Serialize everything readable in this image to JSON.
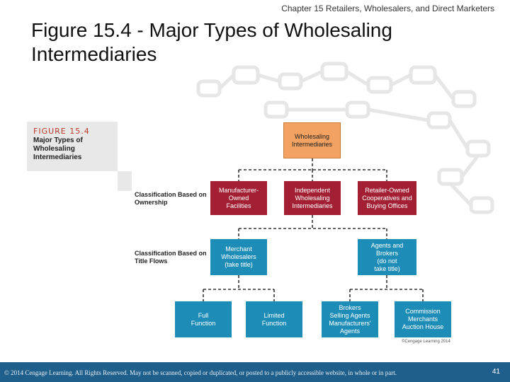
{
  "header": {
    "chapter": "Chapter 15 Retailers, Wholesalers, and Direct Marketers"
  },
  "title": "Figure 15.4 - Major Types of Wholesaling Intermediaries",
  "figure": {
    "number": "FIGURE 15.4",
    "caption": "Major Types of Wholesaling Intermediaries",
    "credit": "©Cengage Learning 2014"
  },
  "classifications": {
    "ownership": "Classification Based on Ownership",
    "title_flows": "Classification Based on Title Flows"
  },
  "nodes": {
    "root": "Wholesaling Intermediaries",
    "manufacturer_owned": "Manufacturer-\nOwned\nFacilities",
    "independent": "Independent\nWholesaling\nIntermediaries",
    "retailer_owned": "Retailer-Owned\nCooperatives and\nBuying Offices",
    "merchant": "Merchant\nWholesalers\n(take title)",
    "agents": "Agents and\nBrokers\n(do not\ntake title)",
    "full_function": "Full\nFunction",
    "limited_function": "Limited\nFunction",
    "brokers_selling": "Brokers\nSelling Agents\nManufacturers'\nAgents",
    "commission": "Commission\nMerchants\nAuction House"
  },
  "colors": {
    "root": "#f4a261",
    "ownership_level": "#a32034",
    "title_level": "#1d8db8",
    "footer": "#1f5f8b",
    "figure_label": "#c0392b"
  },
  "footer": {
    "copyright": "© 2014 Cengage Learning. All Rights Reserved. May not be scanned, copied or duplicated, or posted to a publicly accessible website, in whole or in part.",
    "page": "41"
  }
}
